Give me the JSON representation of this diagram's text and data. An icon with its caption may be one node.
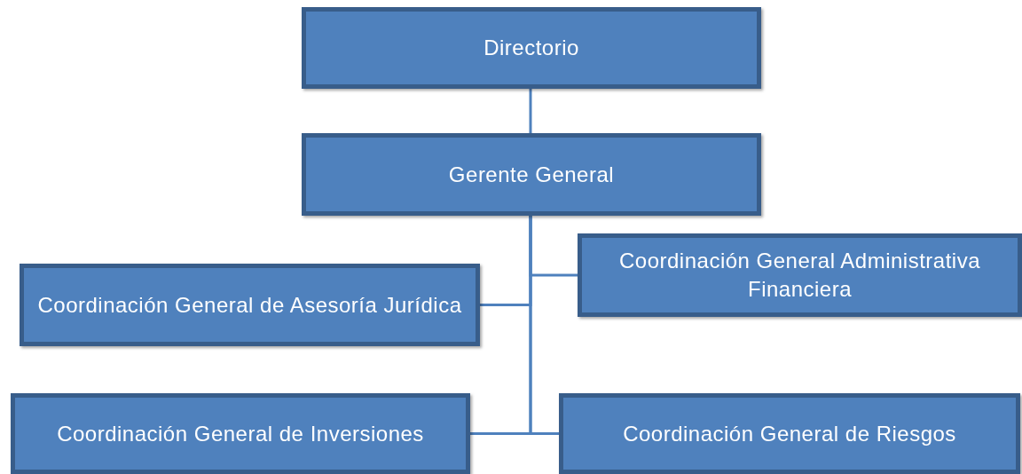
{
  "diagram": {
    "nodes": [
      {
        "text": [
          "Directorio"
        ]
      },
      {
        "text": [
          "Gerente General"
        ]
      },
      {
        "text": [
          "Coordinación General Administrativa Financiera"
        ]
      },
      {
        "text": [
          "Coordinación General de Asesoría Jurídica"
        ]
      },
      {
        "text": [
          "Coordinación General de Inversiones"
        ]
      },
      {
        "text": [
          "Coordinación General de Riesgos"
        ]
      }
    ],
    "edges": [
      {
        "from": 0,
        "to": 1,
        "arrow": "none"
      },
      {
        "from": 1,
        "to": 2,
        "arrow": "none"
      },
      {
        "from": 1,
        "to": 3,
        "arrow": "none"
      },
      {
        "from": 1,
        "to": 4,
        "arrow": "none"
      },
      {
        "from": 1,
        "to": 5,
        "arrow": "none"
      }
    ]
  }
}
